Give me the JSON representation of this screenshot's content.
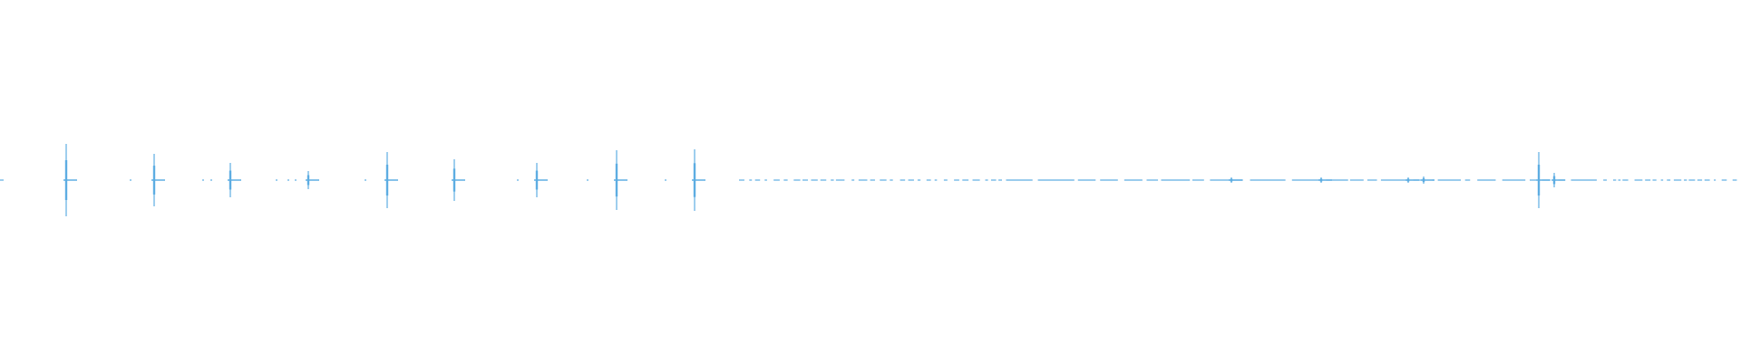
{
  "waveform": {
    "color": "#5DADE2",
    "background": "#FFFFFF",
    "peak_amplitudes": [
      0.4,
      0.29,
      0.19,
      0.1,
      0.31,
      0.23,
      0.19,
      0.33,
      0.34,
      0.03,
      0.03,
      0.03,
      0.04,
      0.31,
      0.08
    ]
  }
}
